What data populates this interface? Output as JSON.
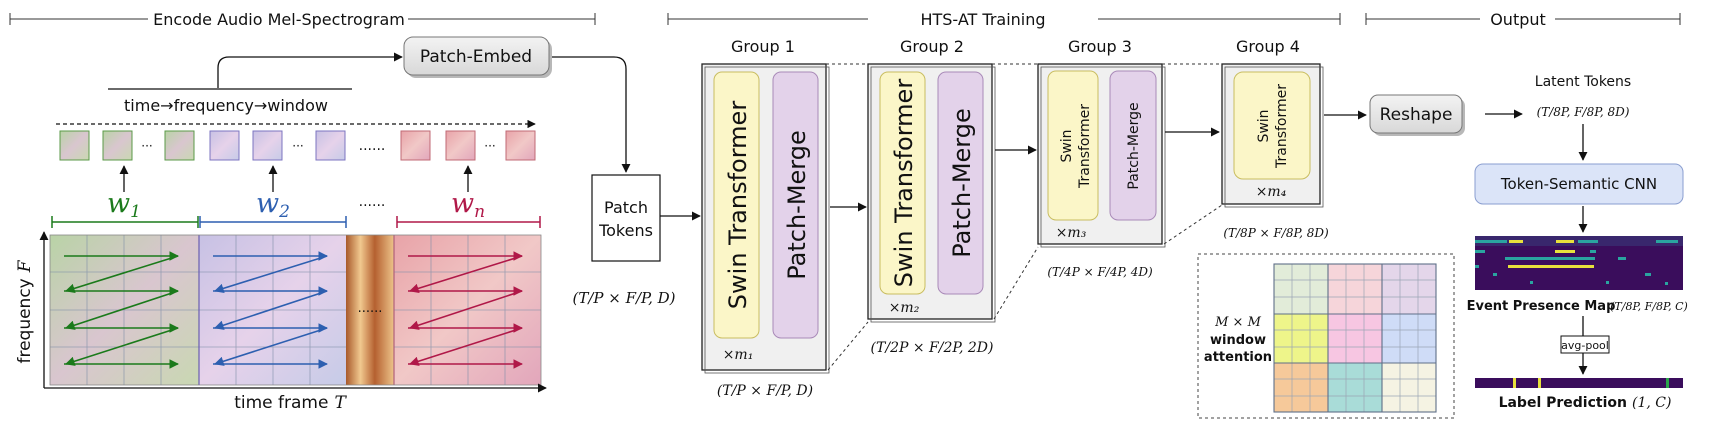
{
  "sections": {
    "encode": "Encode Audio Mel-Spectrogram",
    "training": "HTS-AT Training",
    "output": "Output"
  },
  "encode": {
    "patch_embed": "Patch-Embed",
    "order": "time→frequency→window",
    "ellipsis": "......",
    "dots": "···",
    "w1_base": "w",
    "w1_sub": "1",
    "w2_base": "w",
    "w2_sub": "2",
    "wn_base": "w",
    "wn_sub": "n",
    "yaxis": "frequency",
    "yaxis_var": "F",
    "xaxis": "time frame",
    "xaxis_var": "T"
  },
  "patch_tokens": {
    "line1": "Patch",
    "line2": "Tokens",
    "shape": "(T/P × F/P, D)"
  },
  "groups": [
    {
      "title": "Group 1",
      "swin": "Swin Transformer",
      "merge": "Patch-Merge",
      "mult": "×m₁",
      "shape": "(T/P × F/P, D)"
    },
    {
      "title": "Group 2",
      "swin": "Swin Transformer",
      "merge": "Patch-Merge",
      "mult": "×m₂",
      "shape": "(T/2P × F/2P, 2D)"
    },
    {
      "title": "Group 3",
      "swin1": "Swin",
      "swin2": "Transformer",
      "merge": "Patch-Merge",
      "mult": "×m₃",
      "shape": "(T/4P × F/4P, 4D)"
    },
    {
      "title": "Group 4",
      "swin1": "Swin",
      "swin2": "Transformer",
      "mult": "×m₄",
      "shape": "(T/8P × F/8P, 8D)"
    }
  ],
  "window_attention": {
    "mm": "M × M",
    "line1": "window",
    "line2": "attention"
  },
  "output": {
    "reshape": "Reshape",
    "latent": "Latent Tokens",
    "latent_shape": "(T/8P, F/8P, 8D)",
    "cnn": "Token-Semantic CNN",
    "event_map": "Event Presence Map",
    "event_shape": "(T/8P, F/8P, C)",
    "avg_pool": "avg-pool",
    "label_pred": "Label Prediction",
    "label_shape": "(1, C)"
  },
  "colors": {
    "green": "#1b7a1b",
    "blue": "#2d5fb0",
    "crimson": "#b01848",
    "swin_fill": "#fbf6c8",
    "merge_fill": "#e3d2ea",
    "cnn_fill": "#dbe4f8",
    "heatmap_bg": "#3a0d5c"
  }
}
